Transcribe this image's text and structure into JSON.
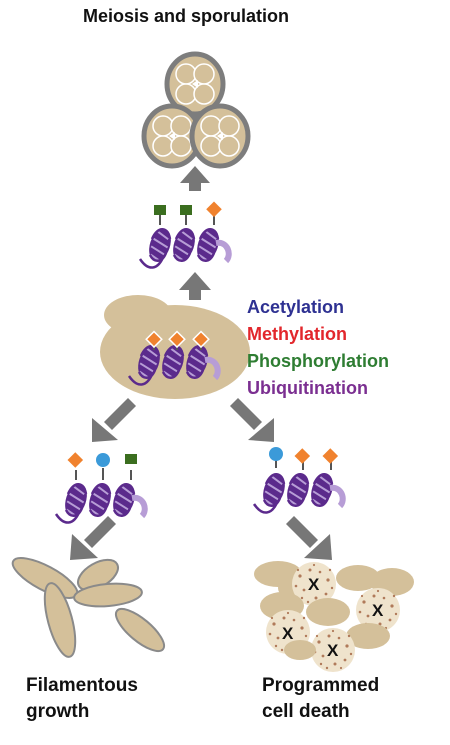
{
  "titles": {
    "top": "Meiosis and sporulation",
    "left_bottom_1": "Filamentous",
    "left_bottom_2": "growth",
    "right_bottom_1": "Programmed",
    "right_bottom_2": "cell death"
  },
  "legend": [
    {
      "label": "Acetylation",
      "color": "#2e3192"
    },
    {
      "label": "Methylation",
      "color": "#e2272c"
    },
    {
      "label": "Phosphorylation",
      "color": "#2e7d32"
    },
    {
      "label": "Ubiquitination",
      "color": "#7b2f91"
    }
  ],
  "death_mark": "X",
  "colors": {
    "cell_fill": "#d4c09a",
    "spore_wall": "#7d7d7d",
    "arrow": "#777777",
    "histone_purple": "#5b2a8c",
    "histone_stripe": "#b79dd6",
    "mark_orange": "#f0822e",
    "mark_green": "#3b6e1f",
    "mark_blue": "#3b9ad9",
    "death_speckle": "#b07a5a"
  },
  "icons": [
    "histone-nucleosome-icon",
    "spore-ascus-icon",
    "yeast-cell-icon",
    "filament-cell-icon",
    "dead-cell-icon",
    "arrow-icon"
  ]
}
